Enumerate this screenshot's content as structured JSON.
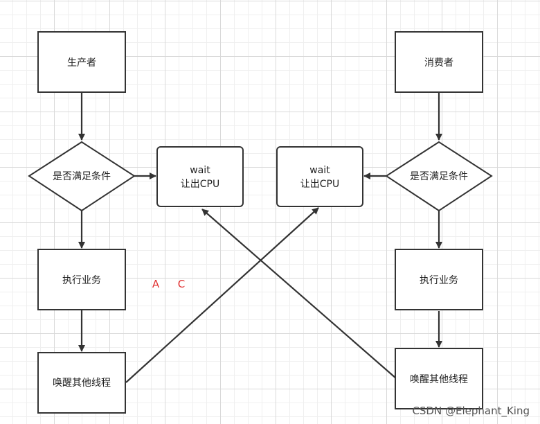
{
  "colors": {
    "stroke": "#333333",
    "text": "#222222",
    "annotation": "#e03030",
    "watermark": "#555555",
    "grid": "#d9d9d9"
  },
  "nodes": {
    "producer": "生产者",
    "consumer": "消费者",
    "left_condition": "是否满足条件",
    "right_condition": "是否满足条件",
    "left_wait_line1": "wait",
    "left_wait_line2": "让出CPU",
    "right_wait_line1": "wait",
    "right_wait_line2": "让出CPU",
    "left_execute": "执行业务",
    "right_execute": "执行业务",
    "left_wake": "唤醒其他线程",
    "right_wake": "唤醒其他线程"
  },
  "annotations": {
    "a": "A",
    "c": "C"
  },
  "watermark": "CSDN @Elephant_King"
}
